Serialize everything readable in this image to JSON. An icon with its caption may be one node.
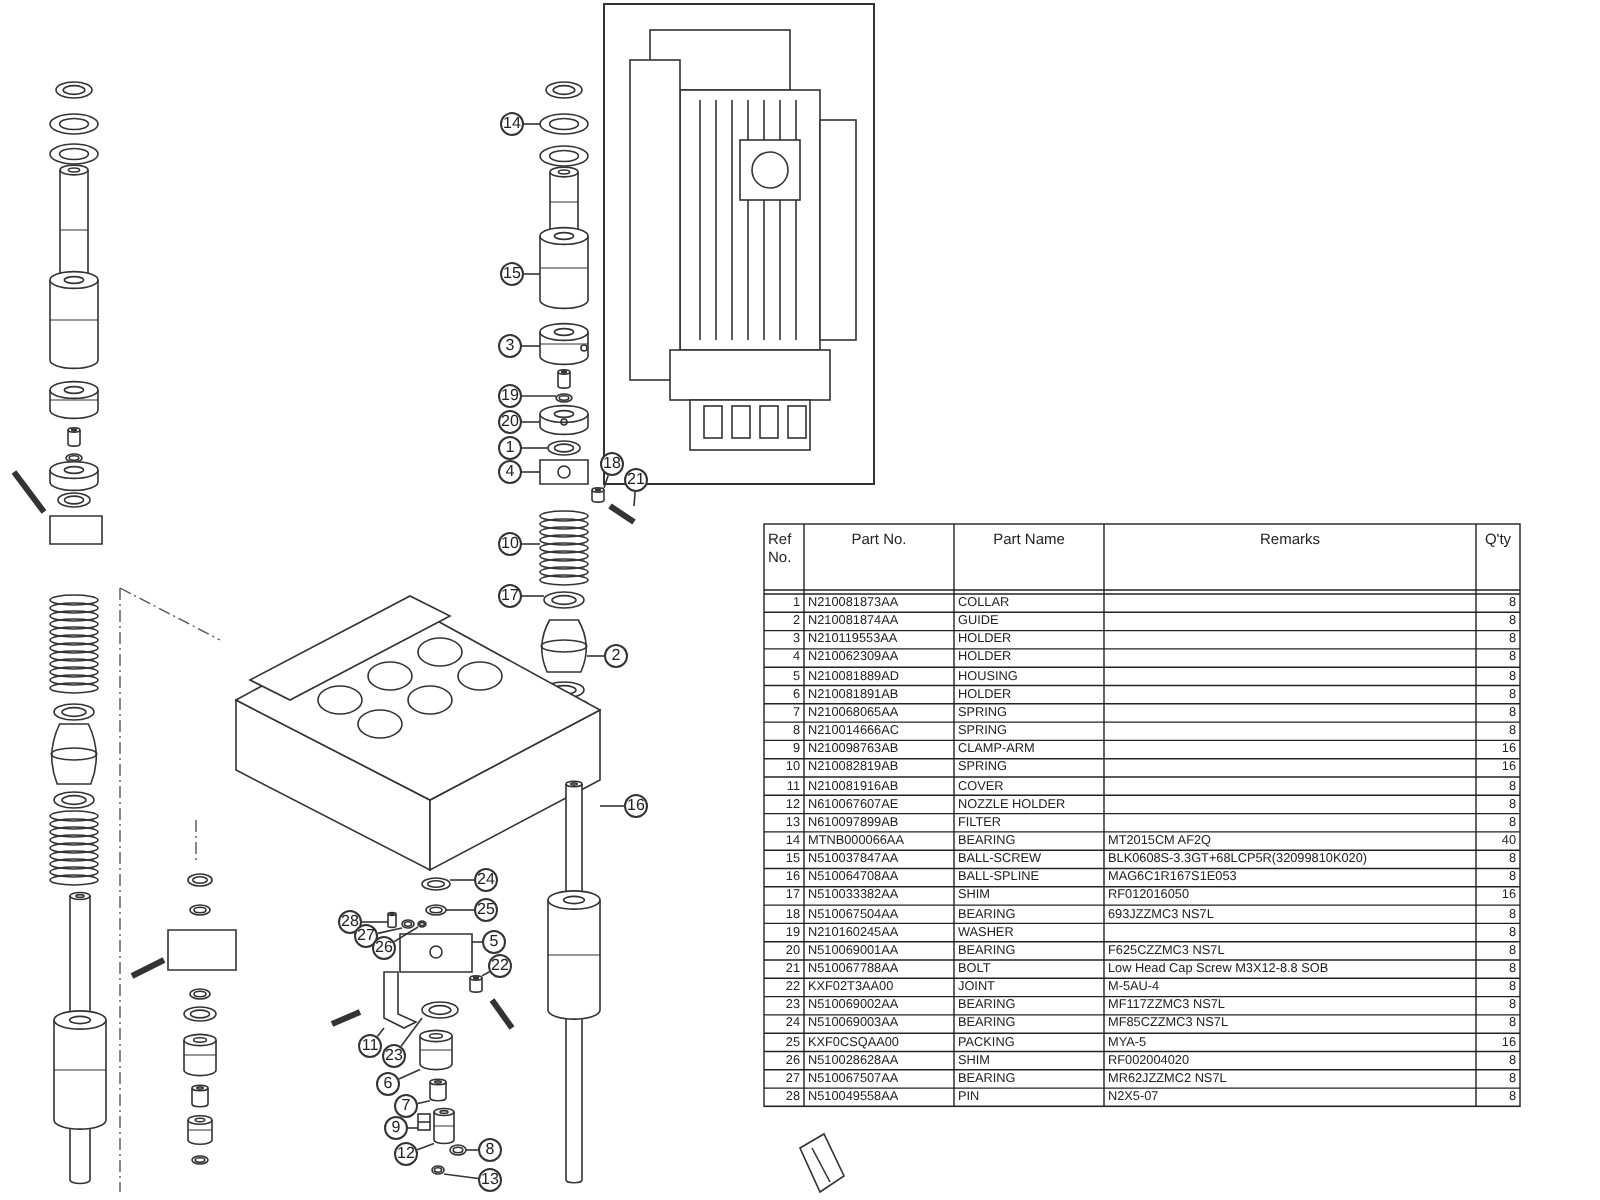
{
  "diagram": {
    "nodes": [
      {
        "text": [
          "14"
        ]
      },
      {
        "text": [
          "15"
        ]
      },
      {
        "text": [
          "3"
        ]
      },
      {
        "text": [
          "19"
        ]
      },
      {
        "text": [
          "20"
        ]
      },
      {
        "text": [
          "1"
        ]
      },
      {
        "text": [
          "4"
        ]
      },
      {
        "text": [
          "18"
        ]
      },
      {
        "text": [
          "21"
        ]
      },
      {
        "text": [
          "10"
        ]
      },
      {
        "text": [
          "17"
        ]
      },
      {
        "text": [
          "2"
        ]
      },
      {
        "text": [
          "16"
        ]
      },
      {
        "text": [
          "24"
        ]
      },
      {
        "text": [
          "25"
        ]
      },
      {
        "text": [
          "28"
        ]
      },
      {
        "text": [
          "27"
        ]
      },
      {
        "text": [
          "5"
        ]
      },
      {
        "text": [
          "26"
        ]
      },
      {
        "text": [
          "22"
        ]
      },
      {
        "text": [
          "11"
        ]
      },
      {
        "text": [
          "23"
        ]
      },
      {
        "text": [
          "6"
        ]
      },
      {
        "text": [
          "7"
        ]
      },
      {
        "text": [
          "9"
        ]
      },
      {
        "text": [
          "12"
        ]
      },
      {
        "text": [
          "8"
        ]
      },
      {
        "text": [
          "13"
        ]
      },
      {
        "text": [],
        "shape": "picture"
      },
      {
        "text": [],
        "shape": "picture"
      },
      {
        "text": [],
        "shape": "picture"
      },
      {
        "text": [],
        "shape": "picture"
      },
      {
        "text": [],
        "shape": "picture"
      },
      {
        "text": [],
        "shape": "picture"
      },
      {
        "text": [],
        "shape": "picture"
      },
      {
        "text": [],
        "shape": "picture"
      },
      {
        "text": [],
        "shape": "picture"
      },
      {
        "text": [],
        "shape": "picture"
      },
      {
        "text": [],
        "shape": "picture"
      },
      {
        "text": [],
        "shape": "picture"
      },
      {
        "text": [],
        "shape": "picture"
      },
      {
        "text": [],
        "shape": "picture"
      },
      {
        "text": [],
        "shape": "picture"
      },
      {
        "text": [],
        "shape": "picture"
      },
      {
        "text": [],
        "shape": "picture"
      },
      {
        "text": [],
        "shape": "picture"
      },
      {
        "text": [],
        "shape": "picture"
      },
      {
        "text": [],
        "shape": "picture"
      },
      {
        "text": [],
        "shape": "picture"
      },
      {
        "text": [],
        "shape": "picture"
      },
      {
        "text": [],
        "shape": "picture"
      },
      {
        "text": [],
        "shape": "picture"
      },
      {
        "text": [],
        "shape": "picture"
      },
      {
        "text": [],
        "shape": "picture"
      },
      {
        "text": [],
        "shape": "picture"
      },
      {
        "text": [],
        "shape": "picture"
      }
    ],
    "edges": [
      {
        "from": 0,
        "to": 28,
        "arrow": "none"
      },
      {
        "from": 1,
        "to": 29,
        "arrow": "none"
      },
      {
        "from": 2,
        "to": 30,
        "arrow": "none"
      },
      {
        "from": 3,
        "to": 31,
        "arrow": "none"
      },
      {
        "from": 4,
        "to": 32,
        "arrow": "none"
      },
      {
        "from": 5,
        "to": 33,
        "arrow": "none"
      },
      {
        "from": 6,
        "to": 34,
        "arrow": "none"
      },
      {
        "from": 7,
        "to": 35,
        "arrow": "none"
      },
      {
        "from": 8,
        "to": 36,
        "arrow": "none"
      },
      {
        "from": 9,
        "to": 37,
        "arrow": "none"
      },
      {
        "from": 10,
        "to": 38,
        "arrow": "none"
      },
      {
        "from": 11,
        "to": 39,
        "arrow": "none"
      },
      {
        "from": 12,
        "to": 40,
        "arrow": "none"
      },
      {
        "from": 13,
        "to": 41,
        "arrow": "none"
      },
      {
        "from": 14,
        "to": 42,
        "arrow": "none"
      },
      {
        "from": 15,
        "to": 43,
        "arrow": "none"
      },
      {
        "from": 16,
        "to": 44,
        "arrow": "none"
      },
      {
        "from": 17,
        "to": 45,
        "arrow": "none"
      },
      {
        "from": 18,
        "to": 46,
        "arrow": "none"
      },
      {
        "from": 19,
        "to": 47,
        "arrow": "none"
      },
      {
        "from": 20,
        "to": 48,
        "arrow": "none"
      },
      {
        "from": 21,
        "to": 49,
        "arrow": "none"
      },
      {
        "from": 22,
        "to": 50,
        "arrow": "none"
      },
      {
        "from": 23,
        "to": 51,
        "arrow": "none"
      },
      {
        "from": 24,
        "to": 52,
        "arrow": "none"
      },
      {
        "from": 25,
        "to": 53,
        "arrow": "none"
      },
      {
        "from": 26,
        "to": 54,
        "arrow": "none"
      },
      {
        "from": 27,
        "to": 55,
        "arrow": "none"
      }
    ],
    "labels": [
      "Ref No.",
      "Part No.",
      "Part Name",
      "Remarks",
      "Q'ty",
      "1",
      "N210081873AA",
      "COLLAR",
      "8",
      "2",
      "N210081874AA",
      "GUIDE",
      "8",
      "3",
      "N210119553AA",
      "HOLDER",
      "8",
      "4",
      "N210062309AA",
      "HOLDER",
      "8",
      "5",
      "N210081889AD",
      "HOUSING",
      "8",
      "6",
      "N210081891AB",
      "HOLDER",
      "8",
      "7",
      "N210068065AA",
      "SPRING",
      "8",
      "8",
      "N210014666AC",
      "SPRING",
      "8",
      "9",
      "N210098763AB",
      "CLAMP-ARM",
      "16",
      "10",
      "N210082819AB",
      "SPRING",
      "16",
      "11",
      "N210081916AB",
      "COVER",
      "8",
      "12",
      "N610067607AE",
      "NOZZLE HOLDER",
      "8",
      "13",
      "N610097899AB",
      "FILTER",
      "8",
      "14",
      "MTNB000066AA",
      "BEARING",
      "MT2015CM AF2Q",
      "40",
      "15",
      "N510037847AA",
      "BALL-SCREW",
      "BLK0608S-3.3GT+68LCP5R(32099810K020)",
      "8",
      "16",
      "N510064708AA",
      "BALL-SPLINE",
      "MAG6C1R167S1E053",
      "8",
      "17",
      "N510033382AA",
      "SHIM",
      "RF012016050",
      "16",
      "18",
      "N510067504AA",
      "BEARING",
      "693JZZMC3 NS7L",
      "8",
      "19",
      "N210160245AA",
      "WASHER",
      "8",
      "20",
      "N510069001AA",
      "BEARING",
      "F625CZZMC3 NS7L",
      "8",
      "21",
      "N510067788AA",
      "BOLT",
      "Low Head Cap Screw M3X12-8.8 SOB",
      "8",
      "22",
      "KXF02T3AA00",
      "JOINT",
      "M-5AU-4",
      "8",
      "23",
      "N510069002AA",
      "BEARING",
      "MF117ZZMC3 NS7L",
      "8",
      "24",
      "N510069003AA",
      "BEARING",
      "MF85CZZMC3 NS7L",
      "8",
      "25",
      "KXF0CSQAA00",
      "PACKING",
      "MYA-5",
      "16",
      "26",
      "N510028628AA",
      "SHIM",
      "RF002004020",
      "8",
      "27",
      "N510067507AA",
      "BEARING",
      "MR62JZZMC2 NS7L",
      "8",
      "28",
      "N510049558AA",
      "PIN",
      "N2X5-07",
      "8"
    ]
  }
}
